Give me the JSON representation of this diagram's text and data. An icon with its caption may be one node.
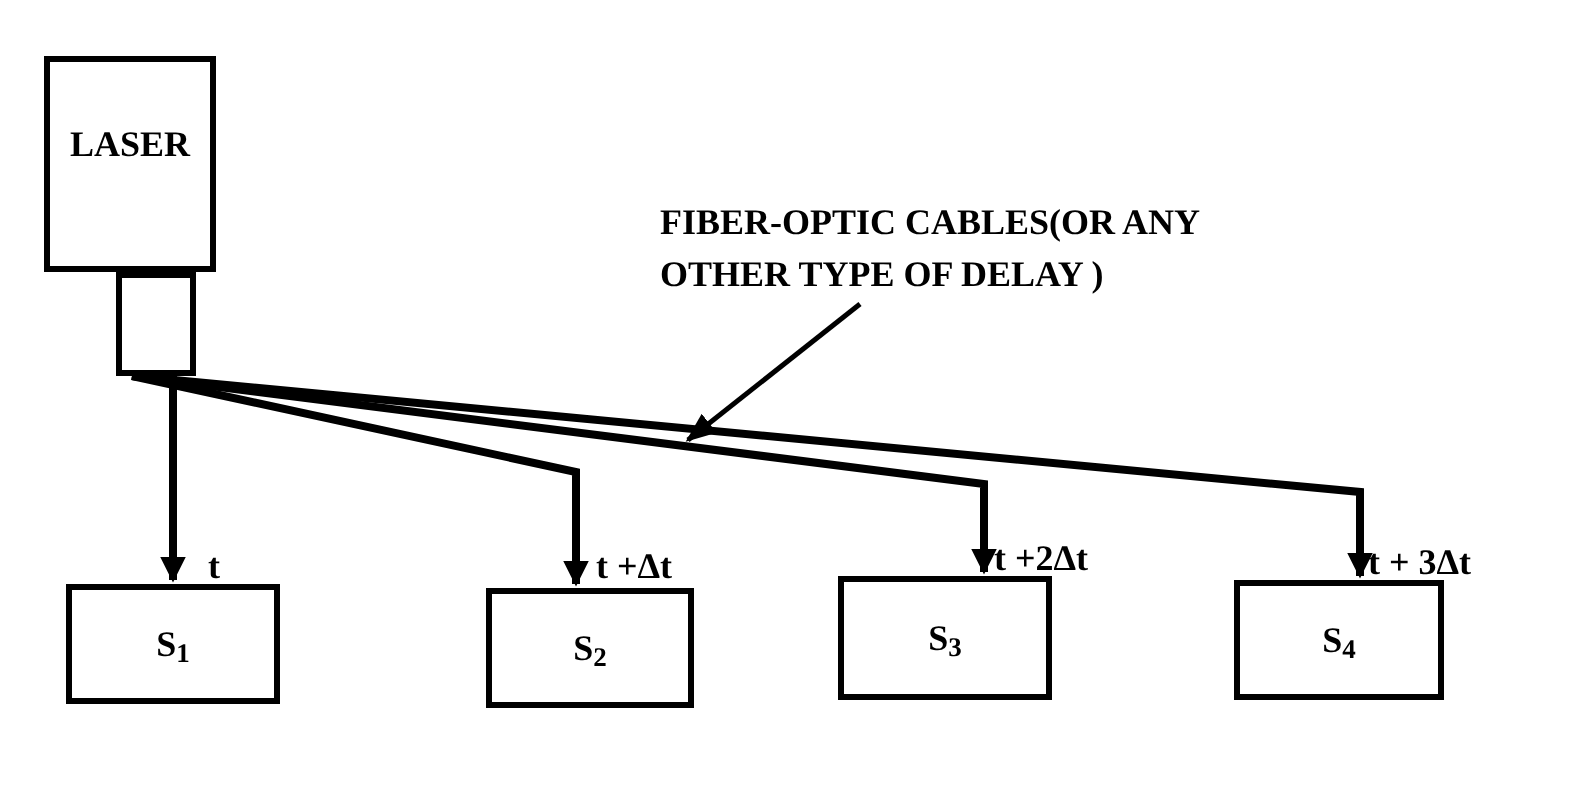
{
  "diagram": {
    "nodes": [
      {
        "text": [
          "LASER"
        ]
      },
      {
        "text": [],
        "shape": "box"
      },
      {
        "text": [
          "FIBER-OPTIC CABLES(OR ANY OTHER TYPE OF DELAY )"
        ]
      },
      {
        "text": [
          "S$_{1}$"
        ],
        "beside": [
          "t"
        ]
      },
      {
        "text": [
          "S$_{2}$"
        ],
        "beside": [
          "t +Δt"
        ]
      },
      {
        "text": [
          "S$_{3}$"
        ],
        "beside": [
          "t +2Δt"
        ]
      },
      {
        "text": [
          "S$_{4}$"
        ],
        "beside": [
          "t + 3Δt"
        ]
      }
    ],
    "edges": [
      {
        "from": 1,
        "to": 3,
        "arrow": "to"
      },
      {
        "from": 1,
        "to": 4,
        "arrow": "to"
      },
      {
        "from": 1,
        "to": 5,
        "arrow": "to"
      },
      {
        "from": 1,
        "to": 6,
        "arrow": "to"
      },
      {
        "from": 2,
        "to": null,
        "arrow": "to"
      }
    ]
  }
}
